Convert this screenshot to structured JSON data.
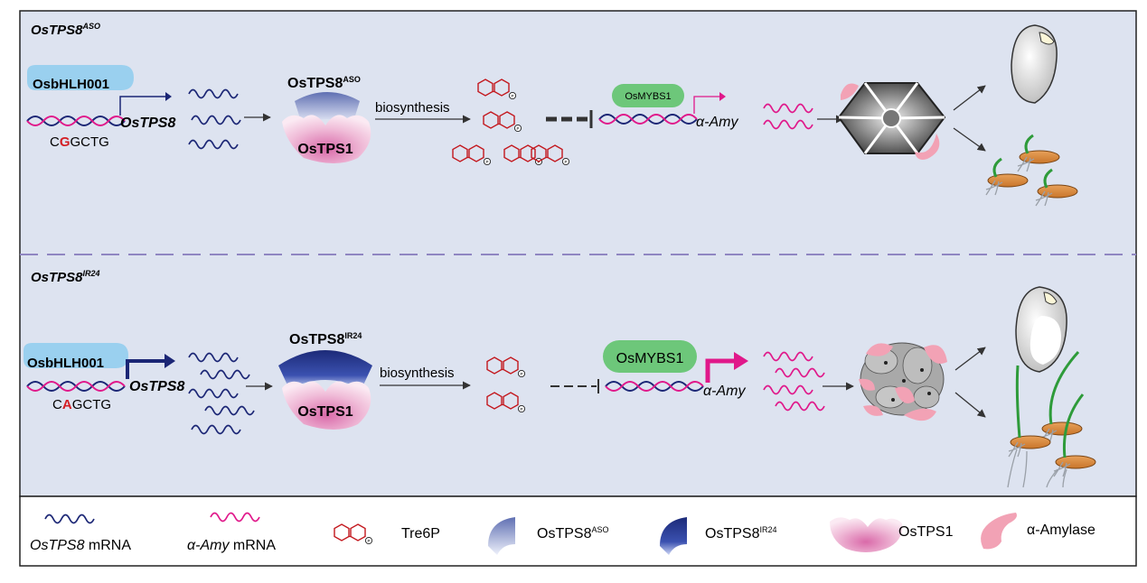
{
  "panels": [
    {
      "title": "OsTPS8",
      "title_sup": "ASO",
      "tf_label": "OsbHLH001",
      "gene_label": "OsTPS8",
      "seq_left": "C",
      "seq_variant": "G",
      "seq_right": "GCTG",
      "enzyme_top": "OsTPS8",
      "enzyme_top_sup": "ASO",
      "enzyme_bottom": "OsTPS1",
      "process_label": "biosynthesis",
      "repressor_label": "OsMYBS1",
      "target_label": "α-Amy"
    },
    {
      "title": "OsTPS8",
      "title_sup": "IR24",
      "tf_label": "OsbHLH001",
      "gene_label": "OsTPS8",
      "seq_left": "C",
      "seq_variant": "A",
      "seq_right": "GCTG",
      "enzyme_top": "OsTPS8",
      "enzyme_top_sup": "IR24",
      "enzyme_bottom": "OsTPS1",
      "process_label": "biosynthesis",
      "repressor_label": "OsMYBS1",
      "target_label": "α-Amy"
    }
  ],
  "legend": {
    "ostps8_mrna_gene": "OsTPS8",
    "ostps8_mrna_suffix": " mRNA",
    "amy_mrna_gene": "α-Amy",
    "amy_mrna_suffix": " mRNA",
    "tre6p": "Tre6P",
    "aso_name": "OsTPS8",
    "aso_sup": "ASO",
    "ir24_name": "OsTPS8",
    "ir24_sup": "IR24",
    "ostps1": "OsTPS1",
    "amylase": "α-Amylase"
  },
  "colors": {
    "panel_bg": "#dde3f0",
    "dashed_divider": "#8f86c2",
    "navy_mrna": "#1b2675",
    "magenta_mrna": "#e0188a",
    "tf_blue": "#9ad0ef",
    "myb_green": "#6dc77a",
    "tre6p_red": "#c3171d",
    "variant_red": "#d41e24",
    "amylase_pink": "#f2a2b5",
    "aso_blue": "#7d8cc4",
    "ir24_blue": "#2a3a8c"
  }
}
